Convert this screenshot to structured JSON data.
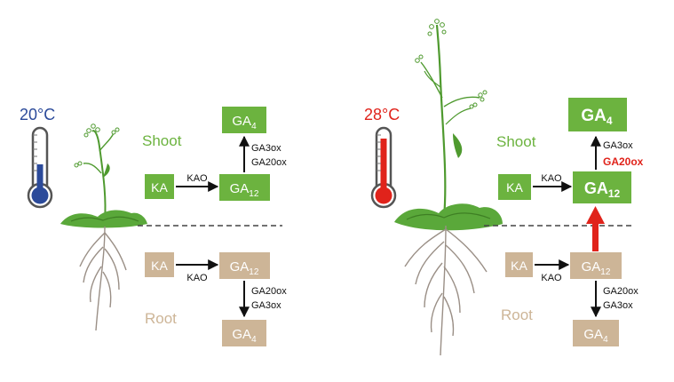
{
  "colors": {
    "green": "#6cb33f",
    "tan": "#cdb597",
    "blue": "#2b4a9a",
    "red": "#e0231b",
    "dark": "#111111",
    "plant_green": "#4f9a2f",
    "root": "#9a8f86"
  },
  "panels": [
    {
      "temperature": "20°C",
      "shoot_label": "Shoot",
      "root_label": "Root",
      "shoot": {
        "ka": "KA",
        "kao": "KAO",
        "ga12_base": "GA",
        "ga12_sub": "12",
        "ga4_base": "GA",
        "ga4_sub": "4",
        "enzyme_1": "GA3ox",
        "enzyme_2": "GA20ox"
      },
      "root": {
        "ka": "KA",
        "kao": "KAO",
        "ga12_base": "GA",
        "ga12_sub": "12",
        "ga4_base": "GA",
        "ga4_sub": "4",
        "enzyme_1": "GA20ox",
        "enzyme_2": "GA3ox"
      }
    },
    {
      "temperature": "28°C",
      "shoot_label": "Shoot",
      "root_label": "Root",
      "shoot": {
        "ka": "KA",
        "kao": "KAO",
        "ga12_base": "GA",
        "ga12_sub": "12",
        "ga4_base": "GA",
        "ga4_sub": "4",
        "enzyme_1": "GA3ox",
        "enzyme_2": "GA20ox"
      },
      "root": {
        "ka": "KA",
        "kao": "KAO",
        "ga12_base": "GA",
        "ga12_sub": "12",
        "ga4_base": "GA",
        "ga4_sub": "4",
        "enzyme_1": "GA20ox",
        "enzyme_2": "GA3ox"
      }
    }
  ]
}
